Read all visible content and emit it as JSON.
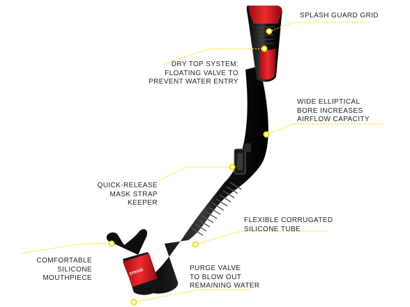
{
  "colors": {
    "body": "#151515",
    "accent": "#d8141b",
    "leader": "#f3e200",
    "text": "#222222"
  },
  "brand": "cressi",
  "labels": {
    "splash": {
      "lines": [
        "SPLASH GUARD GRID"
      ]
    },
    "drytop": {
      "lines": [
        "DRY TOP SYSTEM:",
        "FLOATING VALVE TO",
        "PREVENT WATER ENTRY"
      ]
    },
    "bore": {
      "lines": [
        "WIDE ELLIPTICAL",
        "BORE INCREASES",
        "AIRFLOW CAPACITY"
      ]
    },
    "quick": {
      "lines": [
        "QUICK-RELEASE",
        "MASK STRAP",
        "KEEPER"
      ]
    },
    "tube": {
      "lines": [
        "FLEXIBLE CORRUGATED",
        "SILICONE TUBE"
      ]
    },
    "mouth": {
      "lines": [
        "COMFORTABLE",
        "SILICONE",
        "MOUTHPIECE"
      ]
    },
    "purge": {
      "lines": [
        "PURGE VALVE",
        "TO BLOW OUT",
        "REMAINING WATER"
      ]
    }
  }
}
